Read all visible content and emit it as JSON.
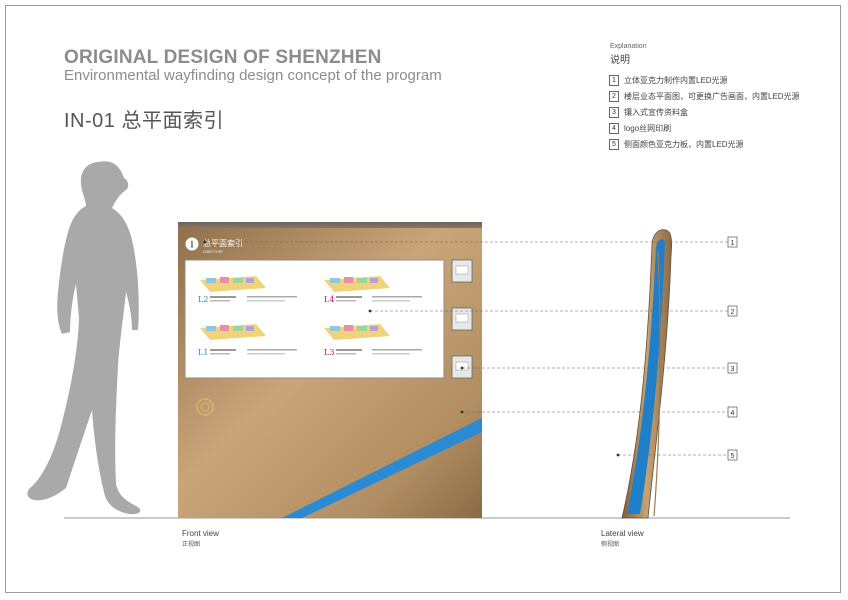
{
  "header": {
    "title": "ORIGINAL DESIGN OF SHENZHEN",
    "subtitle": "Environmental wayfinding design concept of the program",
    "code_title": "IN-01 总平面索引"
  },
  "explanation": {
    "label_en": "Explanation",
    "label_zh": "说明",
    "items": [
      {
        "num": "1",
        "text": "立体亚克力制作内置LED光源"
      },
      {
        "num": "2",
        "text": "楼层业态平面图，可更换广告画面，内置LED光源"
      },
      {
        "num": "3",
        "text": "镶入式宣传资料盒"
      },
      {
        "num": "4",
        "text": "logo丝网印刷"
      },
      {
        "num": "5",
        "text": "侧面颜色亚克力板，内置LED光源"
      }
    ]
  },
  "sign": {
    "heading": "总平面索引",
    "heading_en": "DIRECTORY",
    "floors": [
      {
        "level": "L2",
        "level_color": "#3a86c8"
      },
      {
        "level": "L4",
        "level_color": "#c2185b"
      },
      {
        "level": "L1",
        "level_color": "#3a86c8"
      },
      {
        "level": "L3",
        "level_color": "#c2185b"
      }
    ]
  },
  "callouts": [
    "1",
    "2",
    "3",
    "4",
    "5"
  ],
  "views": {
    "front_en": "Front view",
    "front_zh": "正视图",
    "lateral_en": "Lateral view",
    "lateral_zh": "侧视图"
  },
  "colors": {
    "panel_top": "#7b6a5c",
    "panel_bronze": "#b08d62",
    "accent_blue": "#2a8ad4",
    "silhouette": "#a8a8a8"
  }
}
